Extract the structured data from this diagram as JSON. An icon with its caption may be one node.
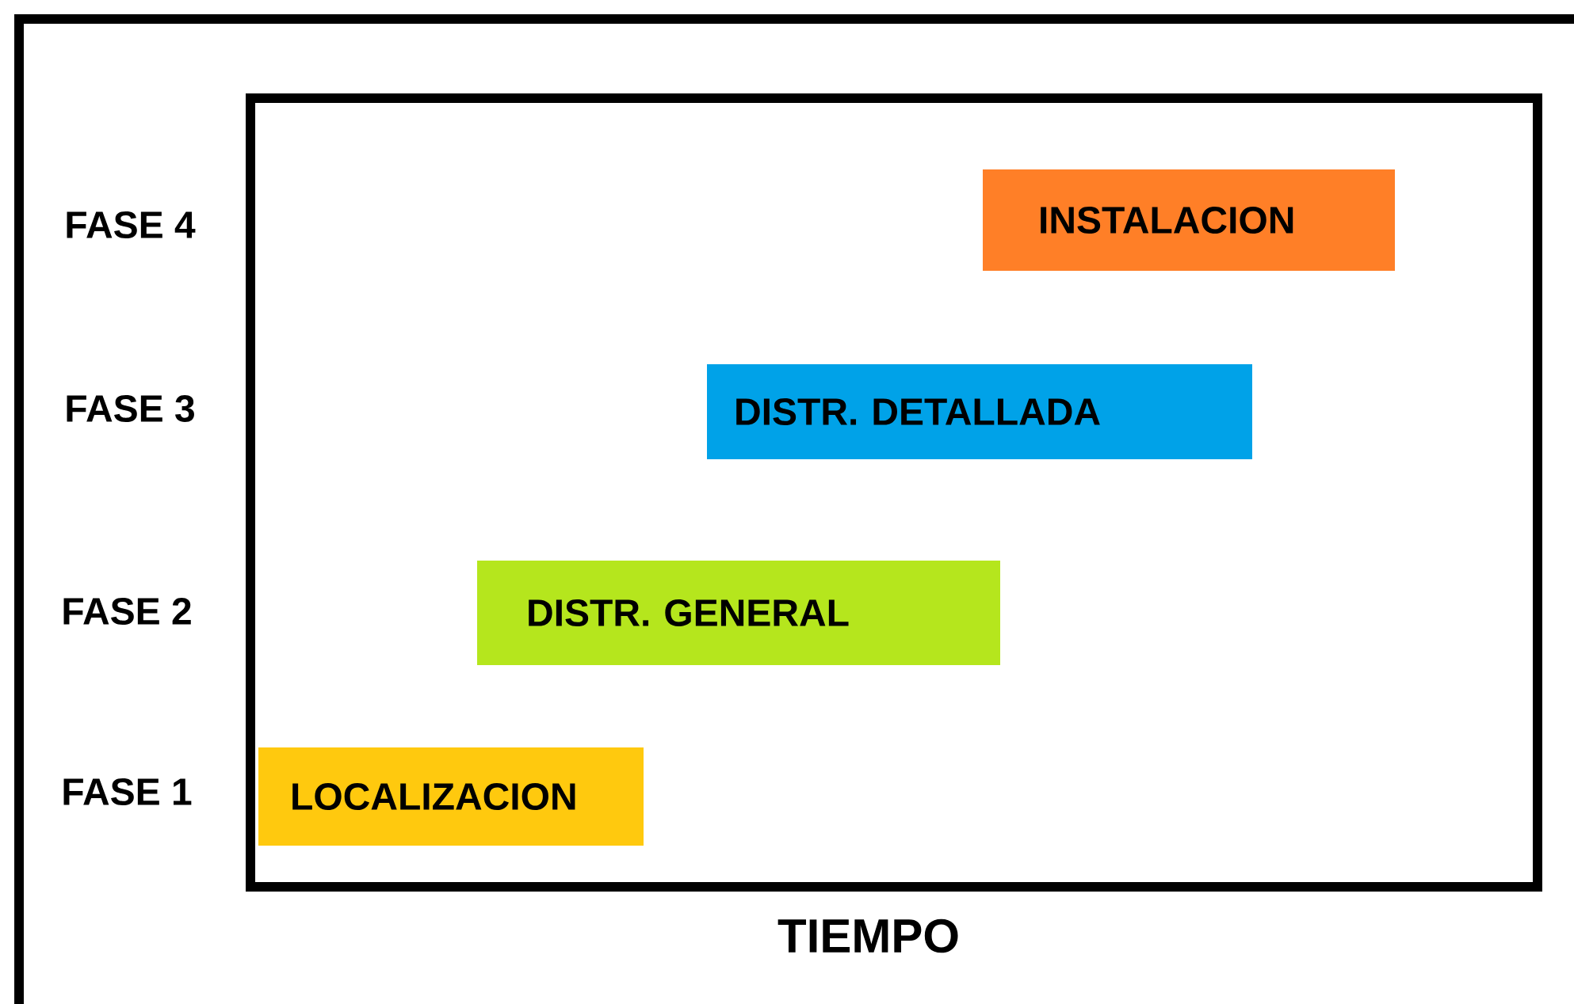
{
  "diagram": {
    "nodes": [
      {
        "text": [
          "INSTALACION"
        ]
      },
      {
        "text": [
          "DISTR. DETALLADA"
        ]
      },
      {
        "text": [
          "DISTR. GENERAL"
        ]
      },
      {
        "text": [
          "LOCALIZACION"
        ]
      }
    ],
    "labels": [
      "FASE 4",
      "FASE 3",
      "FASE 2",
      "FASE 1",
      "TIEMPO"
    ]
  }
}
